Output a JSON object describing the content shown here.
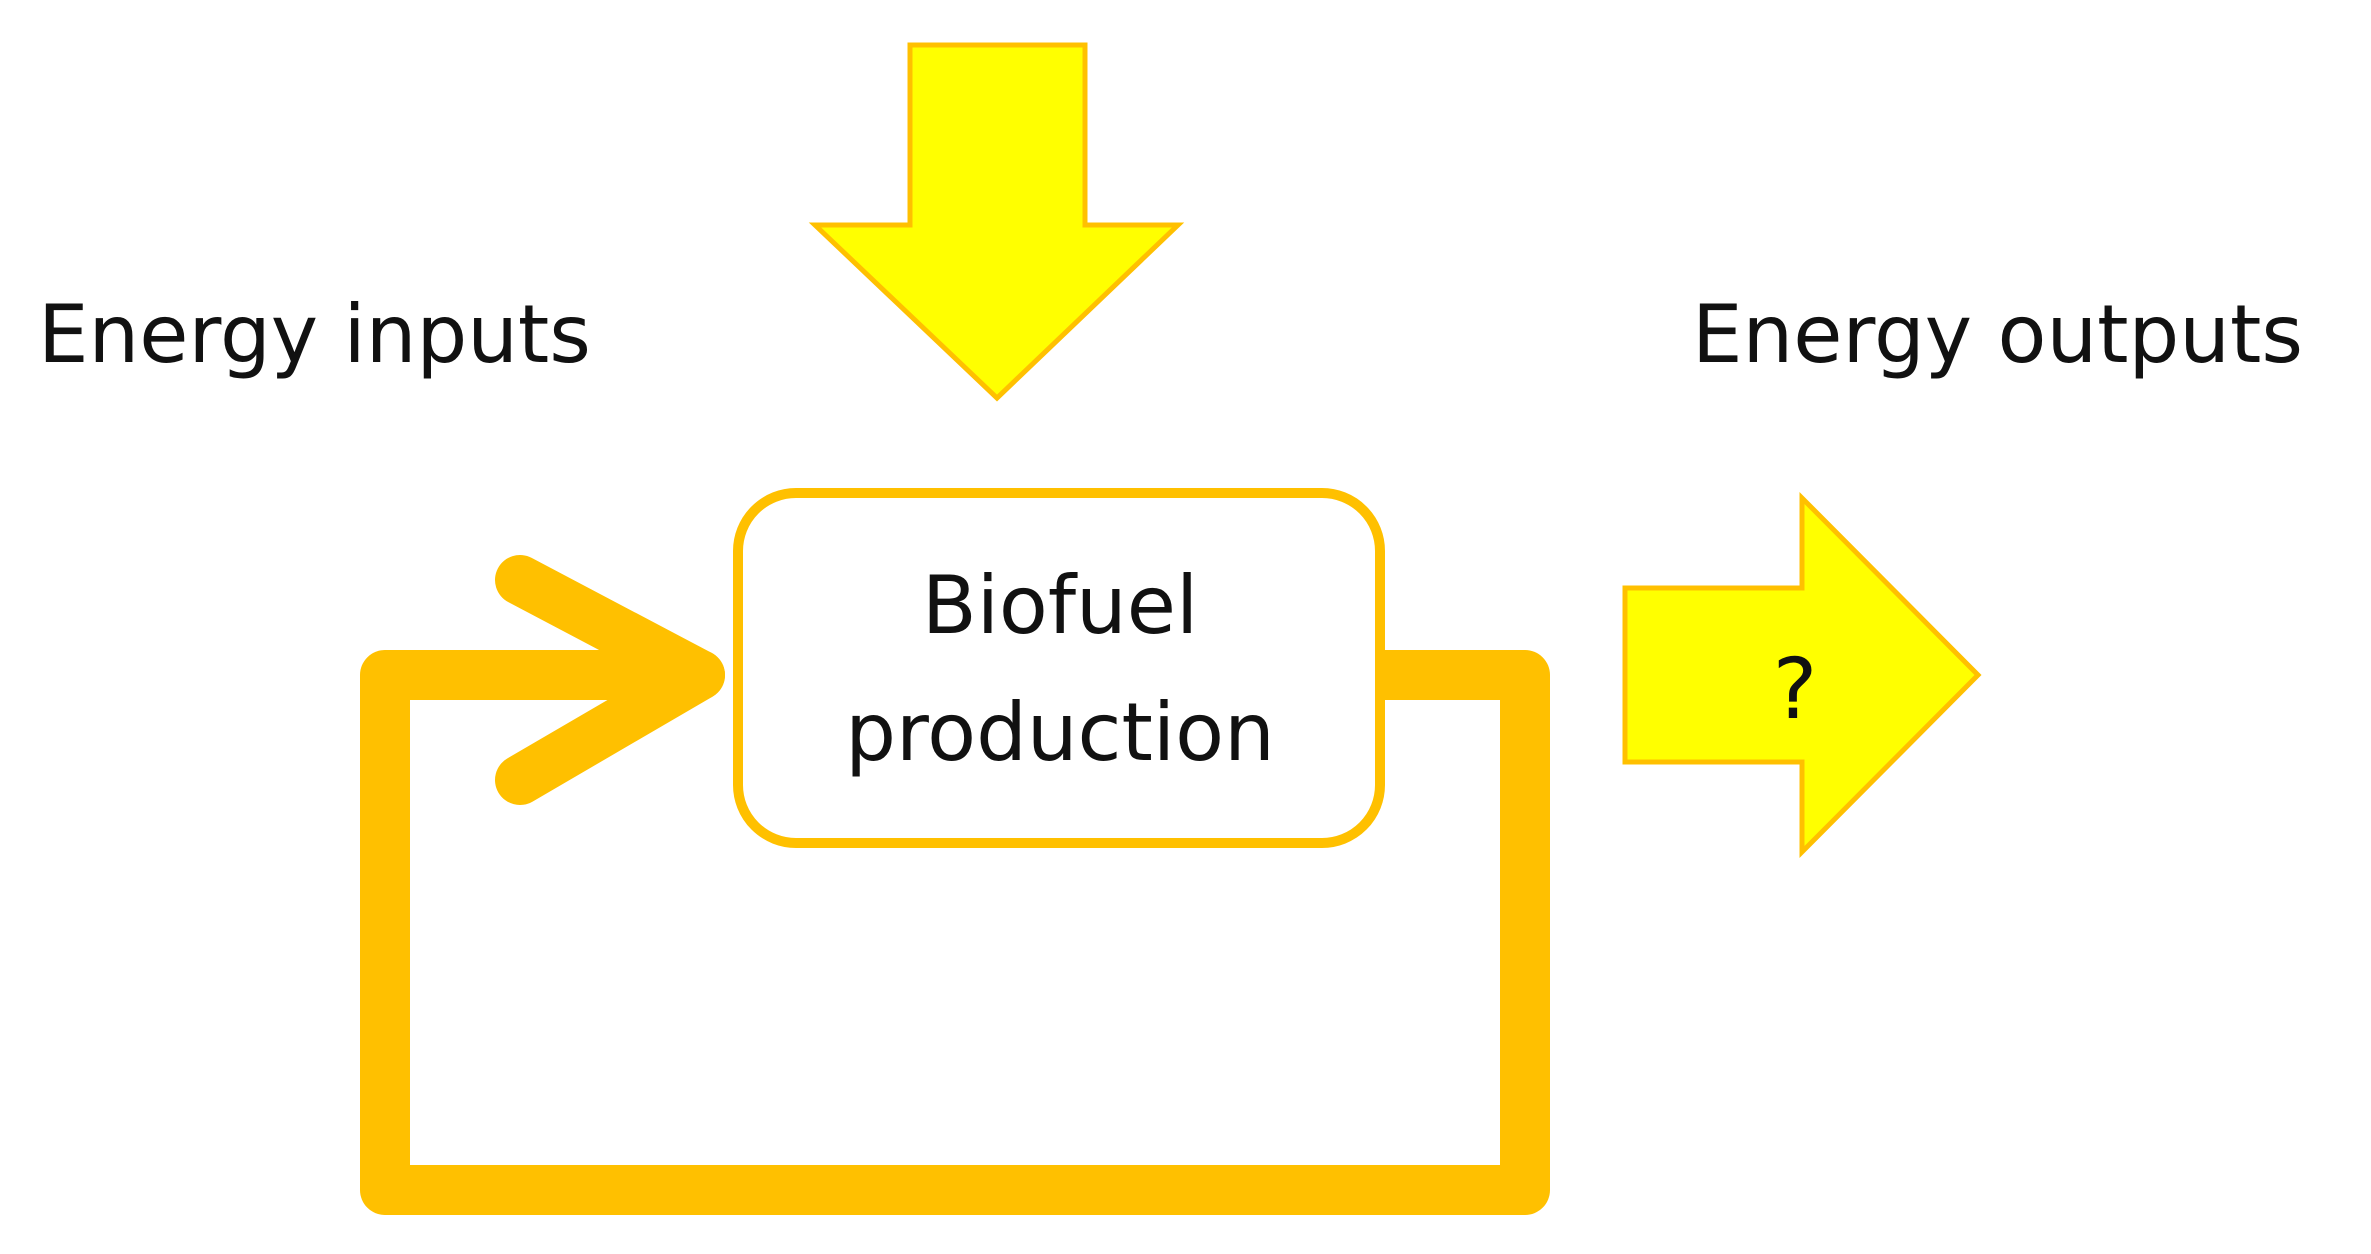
{
  "diagram": {
    "inputs_label": "Energy inputs",
    "outputs_label": "Energy outputs",
    "process_line1": "Biofuel",
    "process_line2": "production",
    "output_marker": "?"
  },
  "colors": {
    "arrow_fill": "#ffff00",
    "arrow_stroke": "#ffc000",
    "loop_stroke": "#ffc000",
    "box_stroke": "#ffc000",
    "box_fill": "#ffffff",
    "text": "#111111"
  },
  "icons": {
    "input_arrow": "arrow-down-icon",
    "output_arrow": "arrow-right-icon",
    "feedback_arrowhead": "chevron-right-icon"
  }
}
